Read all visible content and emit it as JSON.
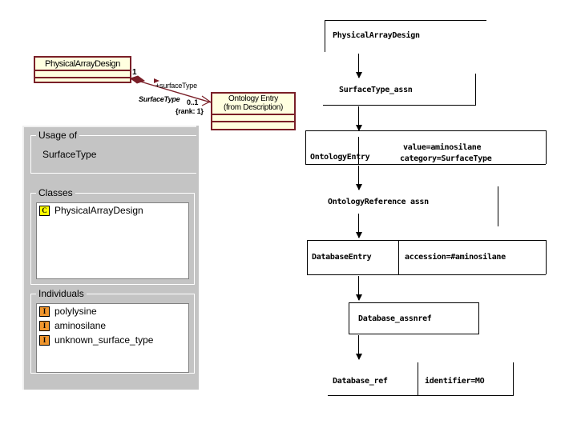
{
  "uml": {
    "class_pad": {
      "name": "PhysicalArrayDesign",
      "multiplicity": "1"
    },
    "class_ontology_entry": {
      "name": "Ontology Entry",
      "from": "(from Description)"
    },
    "association": {
      "role": "+surfaceType",
      "name": "SurfaceType",
      "multiplicity": "0..1",
      "constraint": "{rank: 1}"
    }
  },
  "panel": {
    "usage_group_title": "Usage of",
    "usage_value": "SurfaceType",
    "classes_group_title": "Classes",
    "classes": [
      {
        "icon": "class-icon",
        "icon_glyph": "C",
        "label": "PhysicalArrayDesign"
      }
    ],
    "individuals_group_title": "Individuals",
    "individuals": [
      {
        "icon": "individual-icon",
        "icon_glyph": "I",
        "label": "polylysine"
      },
      {
        "icon": "individual-icon",
        "icon_glyph": "I",
        "label": "aminosilane"
      },
      {
        "icon": "individual-icon",
        "icon_glyph": "I",
        "label": "unknown_surface_type"
      }
    ]
  },
  "flow": {
    "nodes": [
      {
        "id": "physical-array-design",
        "label": "PhysicalArrayDesign"
      },
      {
        "id": "surfacetype-assn",
        "label": "SurfaceType_assn"
      },
      {
        "id": "ontology-entry",
        "label": "OntologyEntry"
      },
      {
        "id": "ontology-entry-value",
        "label": "value=aminosilane"
      },
      {
        "id": "ontology-entry-category",
        "label": "category=SurfaceType"
      },
      {
        "id": "ontology-reference-assn",
        "label": "OntologyReference assn"
      },
      {
        "id": "database-entry",
        "label": "DatabaseEntry"
      },
      {
        "id": "database-entry-accession",
        "label": "accession=#aminosilane"
      },
      {
        "id": "database-assnref",
        "label": "Database_assnref"
      },
      {
        "id": "database-ref",
        "label": "Database_ref"
      },
      {
        "id": "database-ref-identifier",
        "label": "identifier=MO"
      }
    ]
  },
  "colors": {
    "uml_fill": "#ffffe0",
    "uml_border": "#7a1f28",
    "panel_bg": "#c4c4c4",
    "class_icon": "#ffff00",
    "individual_icon": "#f0962e",
    "flow_stroke": "#000000"
  }
}
